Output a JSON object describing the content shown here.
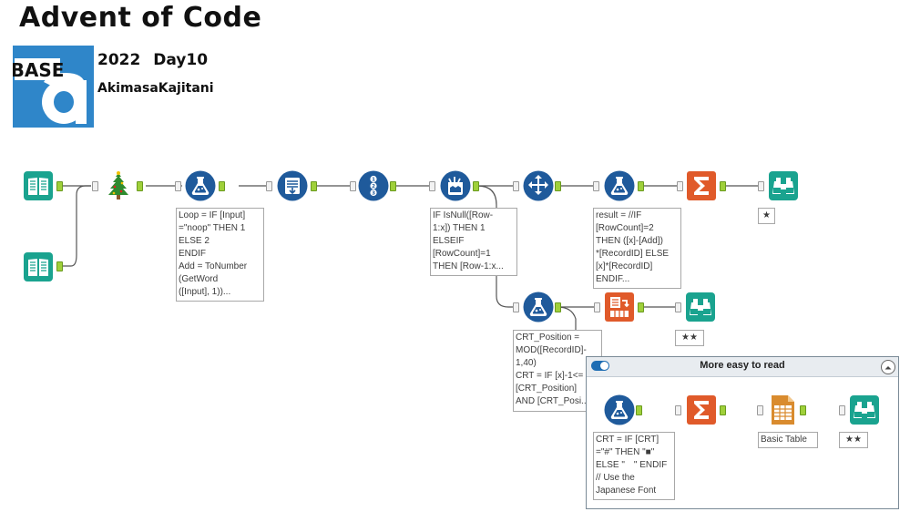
{
  "header": {
    "title": "Advent of Code",
    "subtitle": "2022   Day10",
    "author": "AkimasaKajitani",
    "logo_text": "BASE"
  },
  "colors": {
    "input_teal": "#1aa38f",
    "prep_blue": "#1f5a9b",
    "summarize_orange": "#e05a2a",
    "join_purple": "#7b3fa0",
    "report_orange": "#d98b2e",
    "connector": "#555555"
  },
  "tools": {
    "input1": {
      "icon": "book-icon"
    },
    "input2": {
      "icon": "book-icon"
    },
    "tree": {
      "icon": "christmas-tree-icon"
    },
    "formula1": {
      "icon": "formula-flask-icon"
    },
    "textinput": {
      "icon": "text-to-columns-icon"
    },
    "recordid": {
      "icon": "record-id-icon"
    },
    "multirow": {
      "icon": "multi-row-formula-icon"
    },
    "select": {
      "icon": "select-arrows-icon"
    },
    "formula2": {
      "icon": "formula-flask-icon"
    },
    "summarize1": {
      "icon": "sigma-icon"
    },
    "browse1": {
      "icon": "binoculars-icon"
    },
    "formula3": {
      "icon": "formula-flask-icon"
    },
    "crosstab": {
      "icon": "cross-tab-icon"
    },
    "browse2": {
      "icon": "binoculars-icon"
    },
    "formula4": {
      "icon": "formula-flask-icon"
    },
    "summarize2": {
      "icon": "sigma-icon"
    },
    "table": {
      "icon": "basic-table-icon"
    },
    "browse3": {
      "icon": "binoculars-icon"
    }
  },
  "annotations": {
    "formula1": "Loop = IF [Input]\n=\"noop\" THEN 1\nELSE 2\nENDIF\nAdd = ToNumber\n(GetWord\n([Input], 1))...",
    "multirow": "IF IsNull([Row-\n1:x]) THEN 1\nELSEIF\n[RowCount]=1\nTHEN [Row-1:x...",
    "formula2": "result = //IF\n[RowCount]=2\nTHEN ([x]-[Add])\n*[RecordID] ELSE\n[x]*[RecordID]\nENDIF...",
    "browse1": "★",
    "formula3": "CRT_Position =\nMOD([RecordID]-\n1,40)\nCRT = IF [x]-1<=\n[CRT_Position]\nAND [CRT_Posi...",
    "browse2": "★★",
    "formula4": "CRT = IF [CRT]\n=\"#\" THEN \"■\"\nELSE \"　\" ENDIF\n// Use the\nJapanese Font",
    "table": "Basic Table",
    "browse3": "★★"
  },
  "container": {
    "title": "More easy to read"
  }
}
